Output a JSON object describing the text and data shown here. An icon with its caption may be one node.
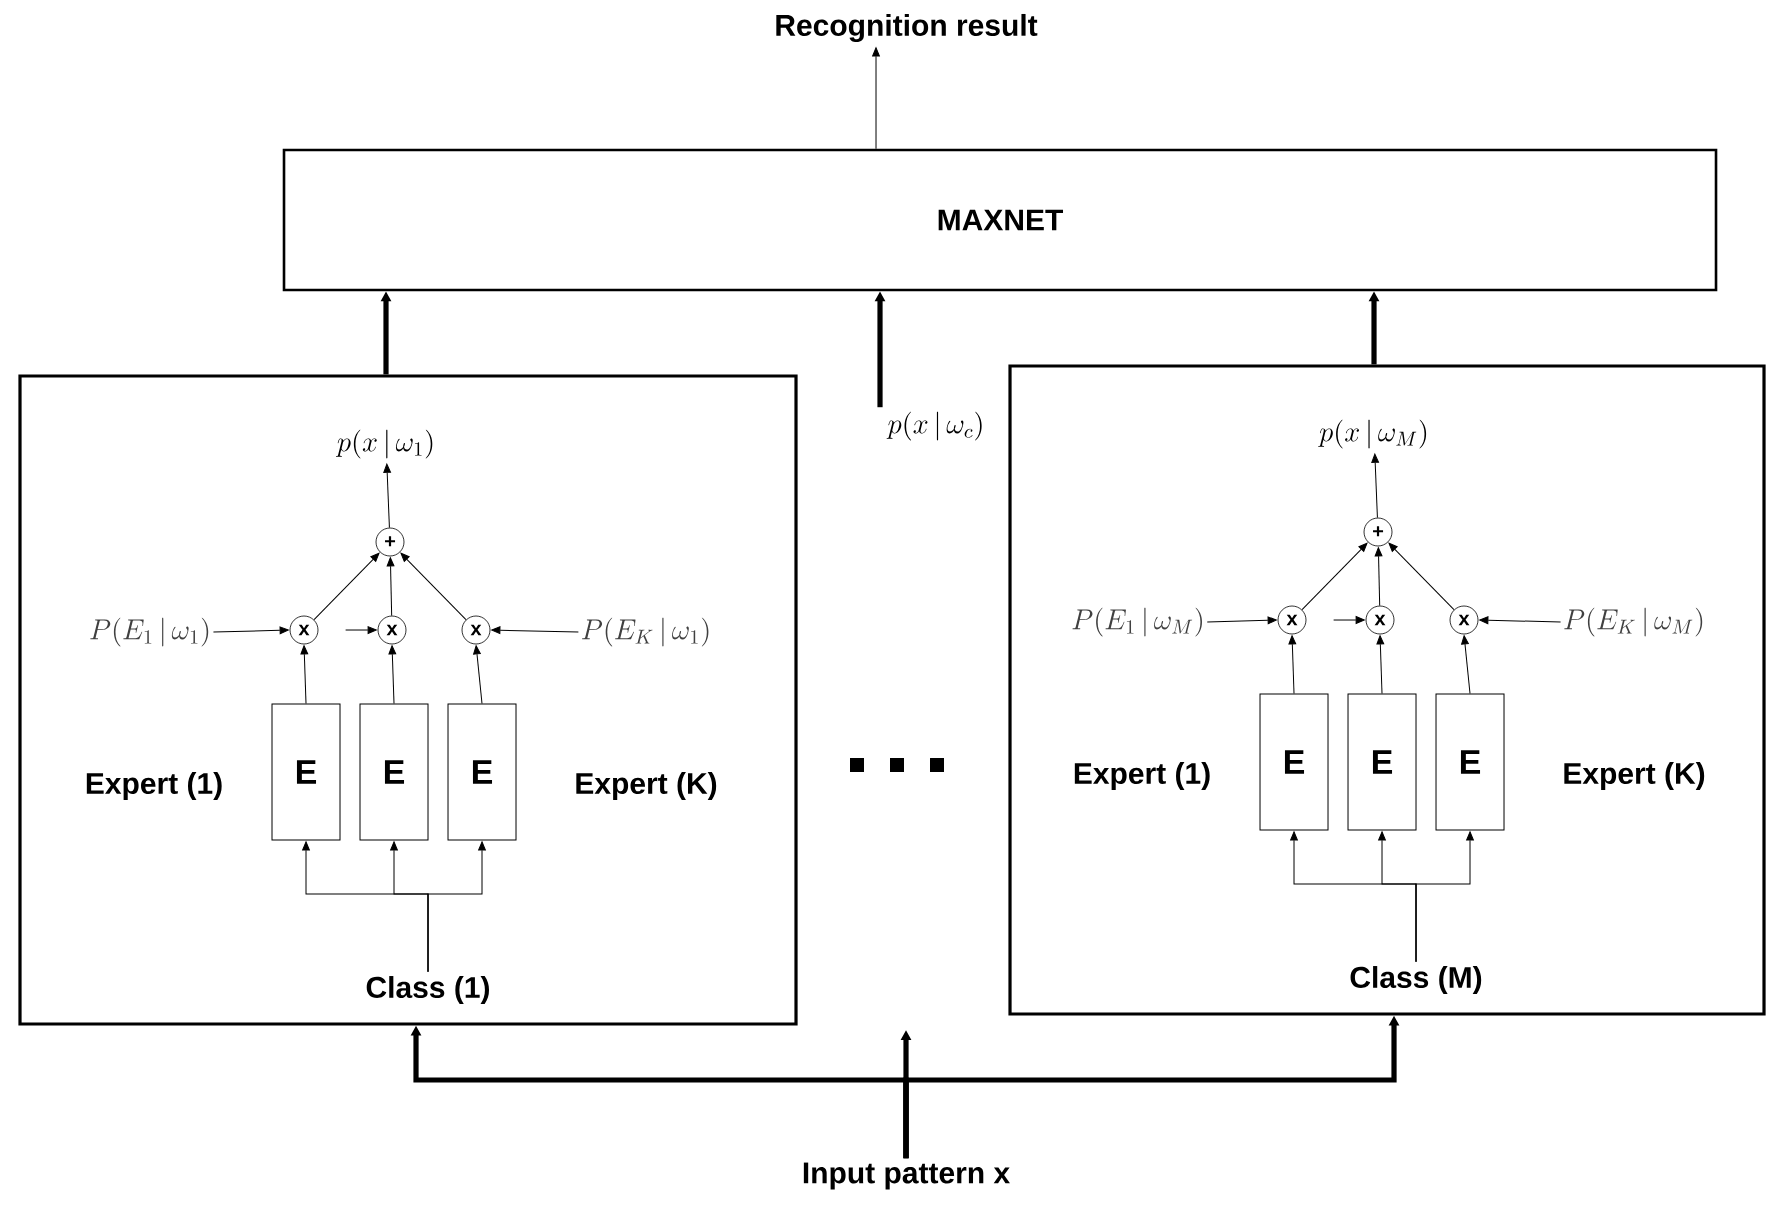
{
  "diagram": {
    "nodes": [
      {
        "text": [
          "Recognition result"
        ]
      },
      {
        "text": [
          "MAXNET"
        ]
      },
      {
        "text": [],
        "shape": "box"
      },
      {
        "text": [
          "p(x\\,|\\,\\omega_1)"
        ],
        "in": 2
      },
      {
        "text": [
          "+"
        ],
        "in": 2
      },
      {
        "text": [
          "x"
        ],
        "in": 2
      },
      {
        "text": [
          "x"
        ],
        "in": 2
      },
      {
        "text": [
          "x"
        ],
        "in": 2
      },
      {
        "text": [
          "P(E_1\\,|\\,\\omega_1)"
        ],
        "in": 2
      },
      {
        "text": [
          "P(E_K\\,|\\,\\omega_1)"
        ],
        "in": 2
      },
      {
        "text": [
          "E"
        ],
        "in": 2,
        "beside": [
          "Expert (1)"
        ]
      },
      {
        "text": [
          "E"
        ],
        "in": 2
      },
      {
        "text": [
          "E"
        ],
        "in": 2,
        "beside": [
          "Expert (K)"
        ]
      },
      {
        "text": [
          "Class (1)"
        ],
        "in": 2
      },
      {
        "text": [
          "p(x\\,|\\,\\omega_c)"
        ]
      },
      {
        "text": [],
        "shape": "box"
      },
      {
        "text": [
          "p(x\\,|\\,\\omega_M)"
        ],
        "in": 15
      },
      {
        "text": [
          "+"
        ],
        "in": 15
      },
      {
        "text": [
          "x"
        ],
        "in": 15
      },
      {
        "text": [
          "x"
        ],
        "in": 15
      },
      {
        "text": [
          "x"
        ],
        "in": 15
      },
      {
        "text": [
          "P(E_1\\,|\\,\\omega_M)"
        ],
        "in": 15
      },
      {
        "text": [
          "P(E_K\\,|\\,\\omega_M)"
        ],
        "in": 15
      },
      {
        "text": [
          "E"
        ],
        "in": 15,
        "beside": [
          "Expert (1)"
        ]
      },
      {
        "text": [
          "E"
        ],
        "in": 15
      },
      {
        "text": [
          "E"
        ],
        "in": 15,
        "beside": [
          "Expert (K)"
        ]
      },
      {
        "text": [
          "Class (M)"
        ],
        "in": 15
      },
      {
        "text": [
          "Input pattern x"
        ]
      }
    ],
    "edges": [
      {
        "from": 1,
        "to": 0,
        "arrow": "to"
      },
      {
        "from": 13,
        "to": 10,
        "arrow": "to"
      },
      {
        "from": 13,
        "to": 11,
        "arrow": "to"
      },
      {
        "from": 13,
        "to": 12,
        "arrow": "to"
      },
      {
        "from": 10,
        "to": 5,
        "arrow": "to"
      },
      {
        "from": 11,
        "to": 6,
        "arrow": "to"
      },
      {
        "from": 12,
        "to": 7,
        "arrow": "to"
      },
      {
        "from": 8,
        "to": 5,
        "arrow": "to"
      },
      {
        "from": null,
        "to": 6,
        "arrow": "to"
      },
      {
        "from": 9,
        "to": 7,
        "arrow": "to"
      },
      {
        "from": 5,
        "to": 4,
        "arrow": "to"
      },
      {
        "from": 6,
        "to": 4,
        "arrow": "to"
      },
      {
        "from": 7,
        "to": 4,
        "arrow": "to"
      },
      {
        "from": 4,
        "to": 3,
        "arrow": "to"
      },
      {
        "from": 2,
        "to": 1,
        "arrow": "to",
        "style": "thick"
      },
      {
        "from": 26,
        "to": 23,
        "arrow": "to"
      },
      {
        "from": 26,
        "to": 24,
        "arrow": "to"
      },
      {
        "from": 26,
        "to": 25,
        "arrow": "to"
      },
      {
        "from": 23,
        "to": 18,
        "arrow": "to"
      },
      {
        "from": 24,
        "to": 19,
        "arrow": "to"
      },
      {
        "from": 25,
        "to": 20,
        "arrow": "to"
      },
      {
        "from": 21,
        "to": 18,
        "arrow": "to"
      },
      {
        "from": null,
        "to": 19,
        "arrow": "to"
      },
      {
        "from": 22,
        "to": 20,
        "arrow": "to"
      },
      {
        "from": 18,
        "to": 17,
        "arrow": "to"
      },
      {
        "from": 19,
        "to": 17,
        "arrow": "to"
      },
      {
        "from": 20,
        "to": 17,
        "arrow": "to"
      },
      {
        "from": 17,
        "to": 16,
        "arrow": "to"
      },
      {
        "from": 15,
        "to": 1,
        "arrow": "to",
        "style": "thick"
      },
      {
        "from": 14,
        "to": 1,
        "arrow": "to",
        "style": "thick"
      },
      {
        "from": 27,
        "to": 2,
        "arrow": "to",
        "style": "thick"
      },
      {
        "from": 27,
        "to": 15,
        "arrow": "to",
        "style": "thick"
      },
      {
        "from": 27,
        "to": null,
        "arrow": "to",
        "style": "thick"
      }
    ]
  }
}
